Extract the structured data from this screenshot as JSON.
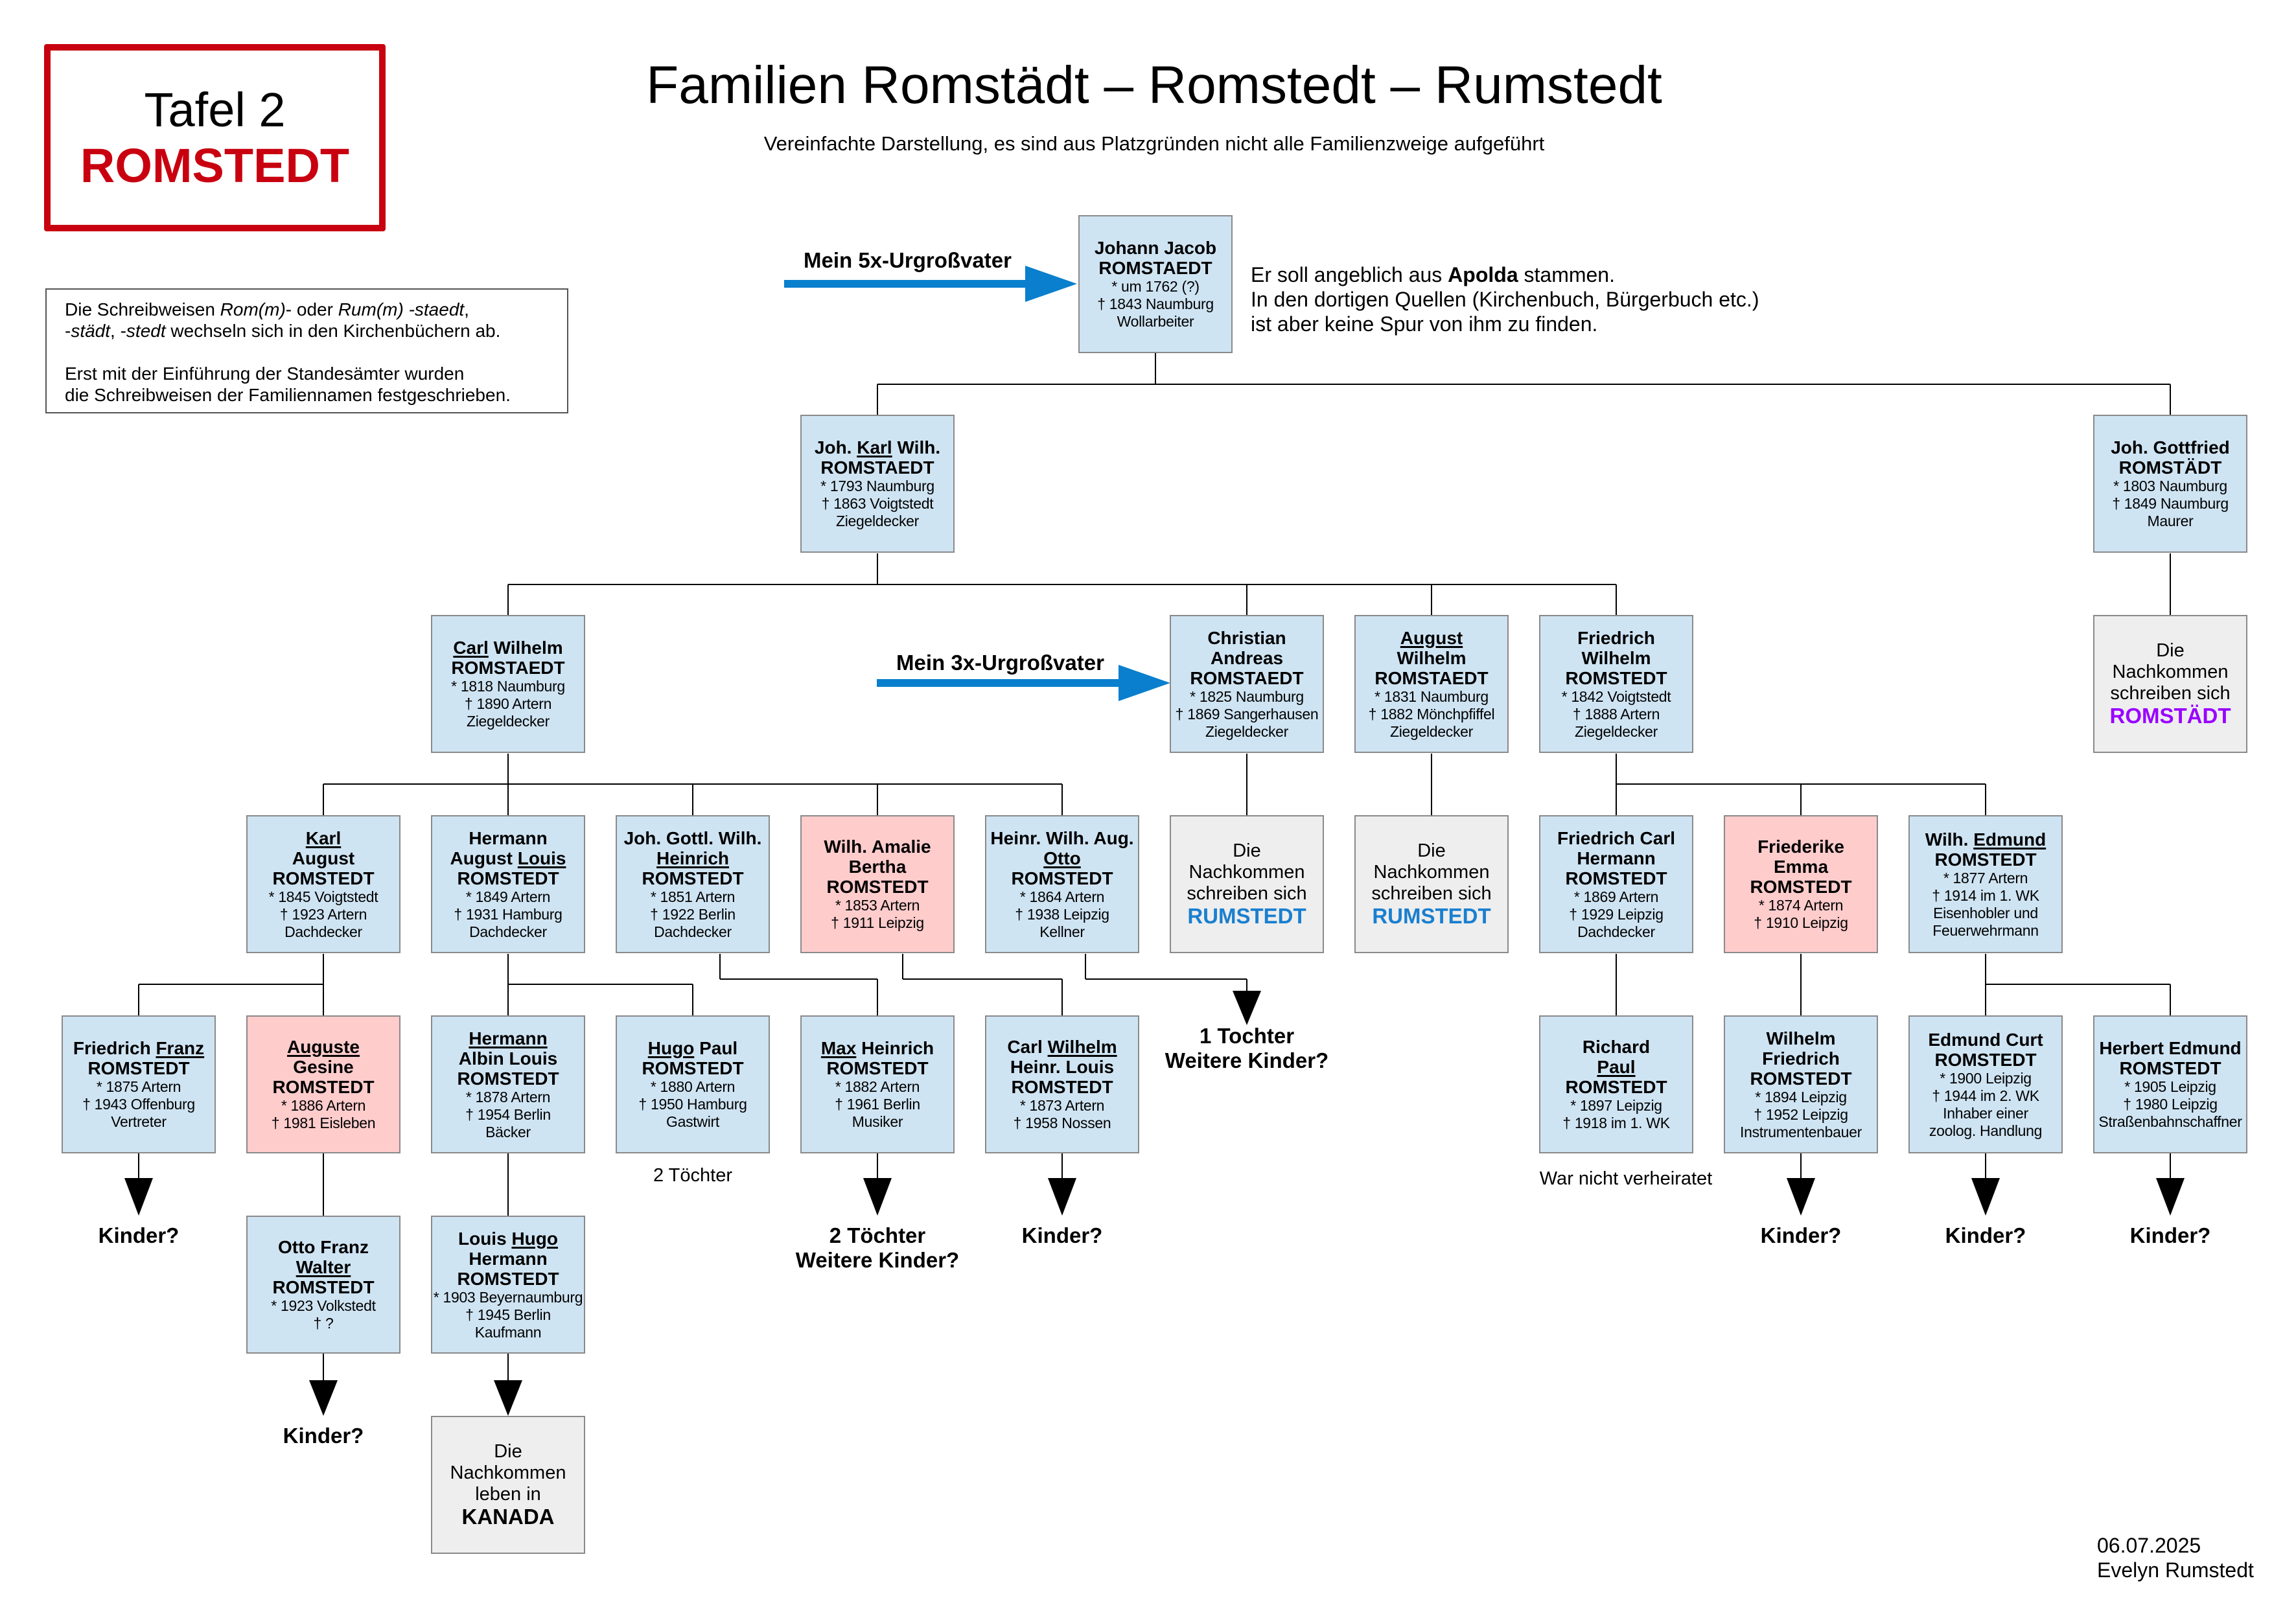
{
  "header": {
    "tafel_label": "Tafel 2",
    "tafel_name": "ROMSTEDT",
    "title": "Familien Romstädt – Romstedt – Rumstedt",
    "subtitle": "Vereinfachte Darstellung, es sind aus Platzgründen nicht alle Familienzweige aufgeführt"
  },
  "info_note": {
    "paragraphs": [
      [
        [
          {
            "t": "Die Schreibweisen "
          },
          {
            "t": "Rom(m)",
            "i": true
          },
          {
            "t": "- oder "
          },
          {
            "t": "Rum(m) -staedt",
            "i": true
          },
          {
            "t": ","
          }
        ],
        [
          {
            "t": "-"
          },
          {
            "t": "städt",
            "i": true
          },
          {
            "t": ", -"
          },
          {
            "t": "stedt",
            "i": true
          },
          {
            "t": " wechseln sich in den Kirchenbüchern ab."
          }
        ]
      ],
      [
        [
          {
            "t": "Erst mit der Einführung der Standesämter wurden"
          }
        ],
        [
          {
            "t": "die Schreibweisen der Familiennamen festgeschrieben."
          }
        ]
      ]
    ]
  },
  "pointers": {
    "ancestor_5x": "Mein 5x-Urgroßvater",
    "ancestor_3x": "Mein 3x-Urgroßvater",
    "arrow_color": "#0a7fcd"
  },
  "apolda_note": [
    [
      {
        "t": "Er soll angeblich aus "
      },
      {
        "t": "Apolda",
        "b": true
      },
      {
        "t": " stammen."
      }
    ],
    [
      {
        "t": "In den dortigen Quellen (Kirchenbuch, Bürgerbuch etc.)"
      }
    ],
    [
      {
        "t": "ist aber keine Spur von ihm zu finden."
      }
    ]
  ],
  "colors": {
    "blue_box": "#cfe4f3",
    "pink_box": "#ffcccc",
    "grey_box": "#eeeeee",
    "tafel_red": "#c8000f",
    "rumstedt_blue": "#1a7fcf",
    "romstaedt_purple": "#9900ff"
  },
  "people": [
    {
      "id": "jj",
      "color": "blue",
      "name": [
        "Johann Jacob"
      ],
      "surname": "ROMSTAEDT",
      "details": [
        "* um 1762 (?)",
        "† 1843 Naumburg",
        "Wollarbeiter"
      ]
    },
    {
      "id": "jkw",
      "color": "blue",
      "name": [
        [
          "Joh. ",
          "Karl",
          " Wilh."
        ]
      ],
      "surname": "ROMSTAEDT",
      "details": [
        "* 1793 Naumburg",
        "† 1863 Voigtstedt",
        "Ziegeldecker"
      ]
    },
    {
      "id": "jg",
      "color": "blue",
      "name": [
        "Joh. Gottfried"
      ],
      "surname": "ROMSTÄDT",
      "details": [
        "* 1803 Naumburg",
        "† 1849 Naumburg",
        "Maurer"
      ]
    },
    {
      "id": "cw",
      "color": "blue",
      "name": [
        [
          "",
          "Carl",
          " Wilhelm"
        ]
      ],
      "surname": "ROMSTAEDT",
      "details": [
        "* 1818 Naumburg",
        "† 1890 Artern",
        "Ziegeldecker"
      ]
    },
    {
      "id": "ca",
      "color": "blue",
      "name": [
        "Christian",
        "Andreas"
      ],
      "surname": "ROMSTAEDT",
      "details": [
        "* 1825 Naumburg",
        "† 1869 Sangerhausen",
        "Ziegeldecker"
      ]
    },
    {
      "id": "aw",
      "color": "blue",
      "name": [
        [
          "",
          "August",
          ""
        ],
        "Wilhelm"
      ],
      "surname": "ROMSTAEDT",
      "details": [
        "* 1831 Naumburg",
        "† 1882 Mönchpfiffel",
        "Ziegeldecker"
      ]
    },
    {
      "id": "fw",
      "color": "blue",
      "name": [
        "Friedrich",
        "Wilhelm"
      ],
      "surname": "ROMSTEDT",
      "details": [
        "* 1842 Voigtstedt",
        "† 1888 Artern",
        "Ziegeldecker"
      ]
    },
    {
      "id": "ka",
      "color": "blue",
      "name": [
        [
          "",
          "Karl",
          ""
        ],
        "August"
      ],
      "surname": "ROMSTEDT",
      "details": [
        "* 1845 Voigtstedt",
        "† 1923 Artern",
        "Dachdecker"
      ]
    },
    {
      "id": "hal",
      "color": "blue",
      "name": [
        "Hermann",
        [
          "August ",
          "Louis",
          ""
        ]
      ],
      "surname": "ROMSTEDT",
      "details": [
        "* 1849 Artern",
        "† 1931 Hamburg",
        "Dachdecker"
      ]
    },
    {
      "id": "jgh",
      "color": "blue",
      "name": [
        "Joh. Gottl. Wilh.",
        [
          "",
          "Heinrich",
          ""
        ]
      ],
      "surname": "ROMSTEDT",
      "details": [
        "* 1851 Artern",
        "† 1922 Berlin",
        "Dachdecker"
      ]
    },
    {
      "id": "wab",
      "color": "pink",
      "name": [
        "Wilh. Amalie",
        "Bertha"
      ],
      "surname": "ROMSTEDT",
      "details": [
        "* 1853 Artern",
        "† 1911 Leipzig"
      ]
    },
    {
      "id": "hwo",
      "color": "blue",
      "name": [
        "Heinr. Wilh. Aug.",
        [
          "",
          "Otto",
          ""
        ]
      ],
      "surname": "ROMSTEDT",
      "details": [
        "* 1864 Artern",
        "† 1938 Leipzig",
        "Kellner"
      ]
    },
    {
      "id": "fch",
      "color": "blue",
      "name": [
        "Friedrich Carl",
        "Hermann"
      ],
      "surname": "ROMSTEDT",
      "details": [
        "* 1869 Artern",
        "† 1929 Leipzig",
        "Dachdecker"
      ]
    },
    {
      "id": "fe",
      "color": "pink",
      "name": [
        "Friederike",
        "Emma"
      ],
      "surname": "ROMSTEDT",
      "details": [
        "* 1874 Artern",
        "† 1910 Leipzig"
      ]
    },
    {
      "id": "we",
      "color": "blue",
      "name": [
        [
          "Wilh. ",
          "Edmund",
          ""
        ]
      ],
      "surname": "ROMSTEDT",
      "details": [
        "* 1877 Artern",
        "† 1914 im 1. WK",
        "Eisenhobler und",
        "Feuerwehrmann"
      ]
    },
    {
      "id": "ff",
      "color": "blue",
      "name": [
        [
          "Friedrich ",
          "Franz",
          ""
        ]
      ],
      "surname": "ROMSTEDT",
      "details": [
        "* 1875 Artern",
        "† 1943 Offenburg",
        "Vertreter"
      ]
    },
    {
      "id": "ag",
      "color": "pink",
      "name": [
        [
          "",
          "Auguste",
          ""
        ],
        "Gesine"
      ],
      "surname": "ROMSTEDT",
      "details": [
        "* 1886 Artern",
        "† 1981 Eisleben"
      ]
    },
    {
      "id": "hal2",
      "color": "blue",
      "name": [
        [
          "",
          "Hermann",
          ""
        ],
        "Albin Louis"
      ],
      "surname": "ROMSTEDT",
      "details": [
        "* 1878 Artern",
        "† 1954 Berlin",
        "Bäcker"
      ]
    },
    {
      "id": "hp",
      "color": "blue",
      "name": [
        [
          "",
          "Hugo",
          " Paul"
        ]
      ],
      "surname": "ROMSTEDT",
      "details": [
        "* 1880 Artern",
        "† 1950 Hamburg",
        "Gastwirt"
      ]
    },
    {
      "id": "mh",
      "color": "blue",
      "name": [
        [
          "",
          "Max",
          " Heinrich"
        ]
      ],
      "surname": "ROMSTEDT",
      "details": [
        "* 1882 Artern",
        "† 1961 Berlin",
        "Musiker"
      ]
    },
    {
      "id": "cwh",
      "color": "blue",
      "name": [
        [
          "Carl ",
          "Wilhelm",
          ""
        ],
        "Heinr. Louis"
      ],
      "surname": "ROMSTEDT",
      "details": [
        "* 1873 Artern",
        "† 1958 Nossen"
      ]
    },
    {
      "id": "rp",
      "color": "blue",
      "name": [
        "Richard",
        [
          "",
          "Paul",
          ""
        ]
      ],
      "surname": "ROMSTEDT",
      "details": [
        "* 1897 Leipzig",
        "† 1918 im 1. WK"
      ]
    },
    {
      "id": "wf",
      "color": "blue",
      "name": [
        "Wilhelm",
        "Friedrich"
      ],
      "surname": "ROMSTEDT",
      "details": [
        "* 1894 Leipzig",
        "† 1952 Leipzig",
        "Instrumentenbauer"
      ]
    },
    {
      "id": "ec",
      "color": "blue",
      "name": [
        "Edmund Curt"
      ],
      "surname": "ROMSTEDT",
      "details": [
        "* 1900 Leipzig",
        "† 1944 im 2. WK",
        "Inhaber einer",
        "zoolog. Handlung"
      ]
    },
    {
      "id": "he",
      "color": "blue",
      "name": [
        "Herbert Edmund"
      ],
      "surname": "ROMSTEDT",
      "details": [
        "* 1905 Leipzig",
        "† 1980 Leipzig",
        "Straßenbahnschaffner"
      ]
    },
    {
      "id": "ofw",
      "color": "blue",
      "name": [
        "Otto Franz",
        [
          "",
          "Walter",
          ""
        ]
      ],
      "surname": "ROMSTEDT",
      "details": [
        "* 1923 Volkstedt",
        "† ?"
      ]
    },
    {
      "id": "lhh",
      "color": "blue",
      "name": [
        [
          "Louis ",
          "Hugo",
          ""
        ],
        "Hermann"
      ],
      "surname": "ROMSTEDT",
      "details": [
        "* 1903 Beyernaumburg",
        "† 1945 Berlin",
        "Kaufmann"
      ]
    }
  ],
  "note_boxes": [
    {
      "id": "n_romstaedt",
      "lines": [
        "Die",
        "Nachkommen",
        "schreiben sich"
      ],
      "highlight": "ROMSTÄDT",
      "highlight_color": "#9900ff"
    },
    {
      "id": "n_rum1",
      "lines": [
        "Die",
        "Nachkommen",
        "schreiben sich"
      ],
      "highlight": "RUMSTEDT",
      "highlight_color": "#1a7fcf"
    },
    {
      "id": "n_rum2",
      "lines": [
        "Die",
        "Nachkommen",
        "schreiben sich"
      ],
      "highlight": "RUMSTEDT",
      "highlight_color": "#1a7fcf"
    },
    {
      "id": "n_kanada",
      "lines": [
        "Die",
        "Nachkommen",
        "leben in"
      ],
      "highlight": "KANADA",
      "highlight_color": "#000000"
    }
  ],
  "outcomes": [
    {
      "id": "o_ff",
      "lines": [
        "Kinder?"
      ]
    },
    {
      "id": "o_mh",
      "lines": [
        "2 Töchter",
        "Weitere Kinder?"
      ]
    },
    {
      "id": "o_cwh",
      "lines": [
        "Kinder?"
      ]
    },
    {
      "id": "o_hwo",
      "lines": [
        "1 Tochter",
        "Weitere Kinder?"
      ]
    },
    {
      "id": "o_wf",
      "lines": [
        "Kinder?"
      ]
    },
    {
      "id": "o_ec",
      "lines": [
        "Kinder?"
      ]
    },
    {
      "id": "o_he",
      "lines": [
        "Kinder?"
      ]
    },
    {
      "id": "o_ofw",
      "lines": [
        "Kinder?"
      ]
    }
  ],
  "remarks": [
    {
      "id": "r_hp",
      "text": "2 Töchter"
    },
    {
      "id": "r_rp",
      "text": "War nicht verheiratet"
    }
  ],
  "footer": {
    "date": "06.07.2025",
    "author": "Evelyn Rumstedt"
  }
}
